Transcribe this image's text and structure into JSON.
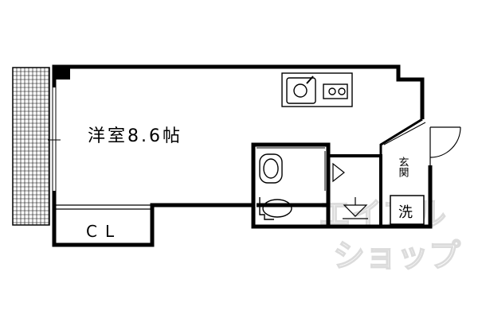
{
  "floorplan": {
    "room_main": "洋室8.6帖",
    "closet": "CL",
    "entrance": "玄関",
    "washer": "洗",
    "watermark": [
      "エイブル",
      "ショップ"
    ]
  },
  "colors": {
    "wall": "#000000",
    "background": "#ffffff",
    "watermark": "#d8d8d8"
  }
}
